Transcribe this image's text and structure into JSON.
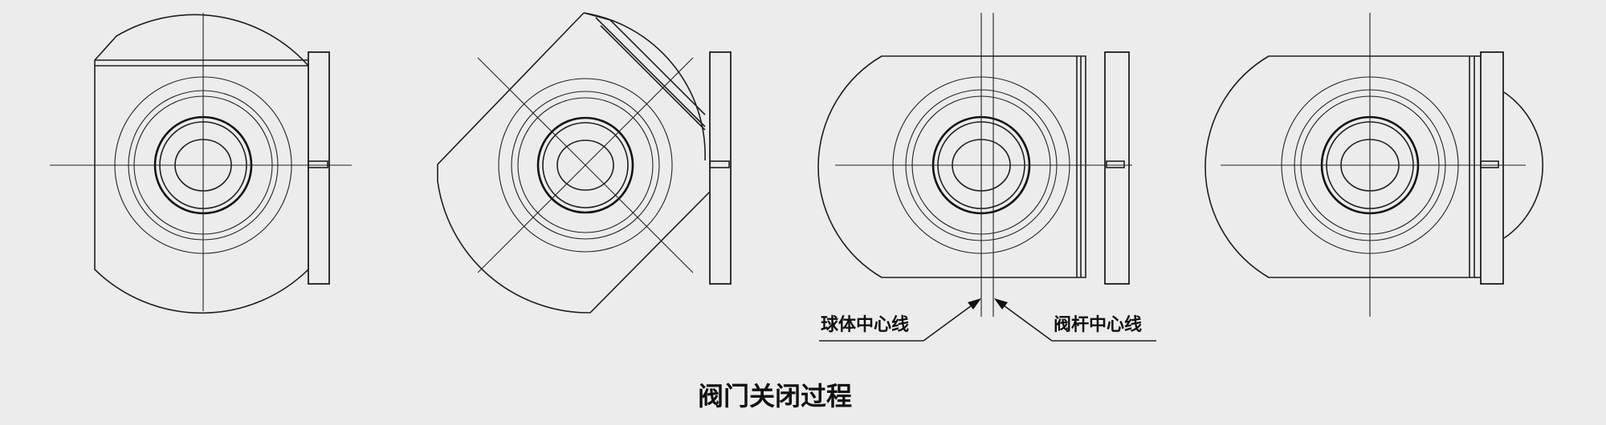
{
  "caption": "阀门关闭过程",
  "callouts": {
    "ball_centerline": "球体中心线",
    "stem_centerline": "阀杆中心线"
  },
  "colors": {
    "background": "#ececec",
    "stroke": "#1e1e1e"
  }
}
